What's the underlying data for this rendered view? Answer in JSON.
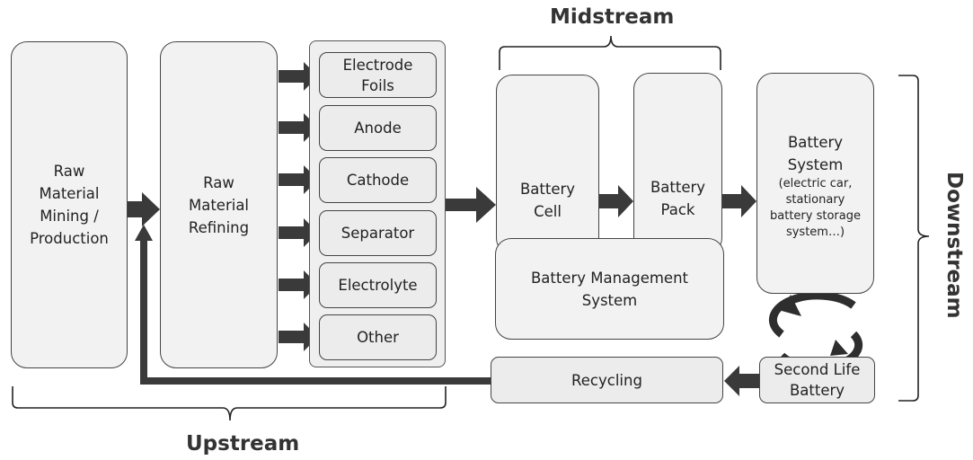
{
  "headings": {
    "midstream": "Midstream",
    "upstream": "Upstream",
    "downstream": "Downstream"
  },
  "nodes": {
    "raw_mining": "Raw\nMaterial\nMining /\nProduction",
    "raw_refining": "Raw\nMaterial\nRefining",
    "components": [
      "Electrode\nFoils",
      "Anode",
      "Cathode",
      "Separator",
      "Electrolyte",
      "Other"
    ],
    "battery_cell": "Battery\nCell",
    "battery_pack": "Battery\nPack",
    "bms": "Battery Management\nSystem",
    "battery_system": "Battery\nSystem",
    "battery_system_note": "(electric car,\nstationary\nbattery storage\nsystem…)",
    "second_life": "Second Life\nBattery",
    "recycling": "Recycling"
  },
  "colors": {
    "arrow": "#3a3a3a",
    "box_fill": "#f2f2f2",
    "border": "#444444"
  }
}
